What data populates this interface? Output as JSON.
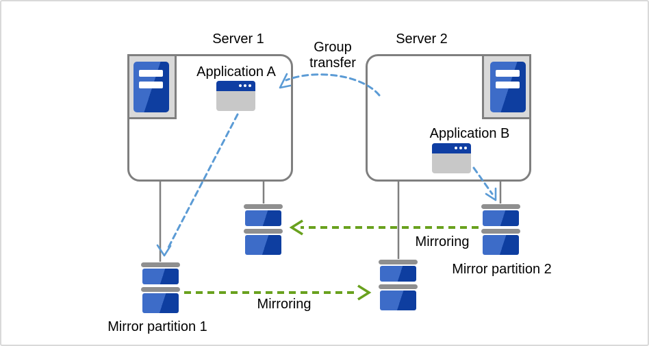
{
  "diagram": {
    "servers": [
      {
        "label": "Server 1",
        "application_label": "Application A"
      },
      {
        "label": "Server 2",
        "application_label": "Application B"
      }
    ],
    "arrows": {
      "group_transfer_label": "Group\ntransfer",
      "mirroring_top_label": "Mirroring",
      "mirroring_bottom_label": "Mirroring"
    },
    "partitions": [
      {
        "label": "Mirror partition 1"
      },
      {
        "label": "Mirror partition 2"
      }
    ],
    "icons": {
      "server": "server-tower-icon",
      "application": "app-window-icon",
      "disk": "disk-stack-icon"
    },
    "colors": {
      "arrow_blue": "#5b9bd5",
      "arrow_green": "#69a11e",
      "box_border_gray": "#7f7f7f",
      "bar_gray": "#8f8f8f",
      "blue_light": "#3d6cc8",
      "blue_dark": "#0e3ea0",
      "titlebar_blue": "#0f3ea3",
      "window_body_gray": "#c8c8c8",
      "icon_frame_bg": "#d9d9d9",
      "canvas_border": "#d9d9d9",
      "text": "#000000"
    }
  }
}
